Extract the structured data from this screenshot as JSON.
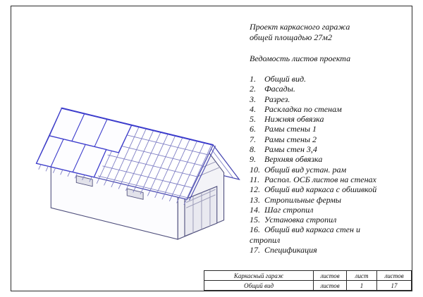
{
  "page": {
    "title_line1": "Проект каркасного гаража",
    "title_line2": "общей площадью 27м2",
    "list_heading": "Ведомость листов проекта",
    "sheets": [
      "Общий вид.",
      "Фасады.",
      "Разрез.",
      "Раскладка по стенам",
      "Нижняя обвязка",
      "Рамы стены 1",
      "Рамы стены 2",
      "Рамы стен 3,4",
      "Верхняя обвязка",
      "Общий вид устан. рам",
      "Распол. ОСБ листов на стенах",
      "Общий вид каркаса с обшивкой",
      "Стропильные фермы",
      "Шаг стропил",
      "Установка стропил",
      "Общий вид каркаса стен и стропил",
      "Спецификация"
    ]
  },
  "title_block": {
    "r1c1": "Каркасный гараж",
    "r1c2": "листов",
    "r1c3": "лист",
    "r1c4": "листов",
    "r2c1": "Общий вид",
    "r2c2": "листов",
    "r2c3": "1",
    "r2c4": "17"
  },
  "colors": {
    "roof_line_blue": "#4444b0",
    "panel_blue": "#3c3ccc",
    "wall_line": "#50507d"
  }
}
